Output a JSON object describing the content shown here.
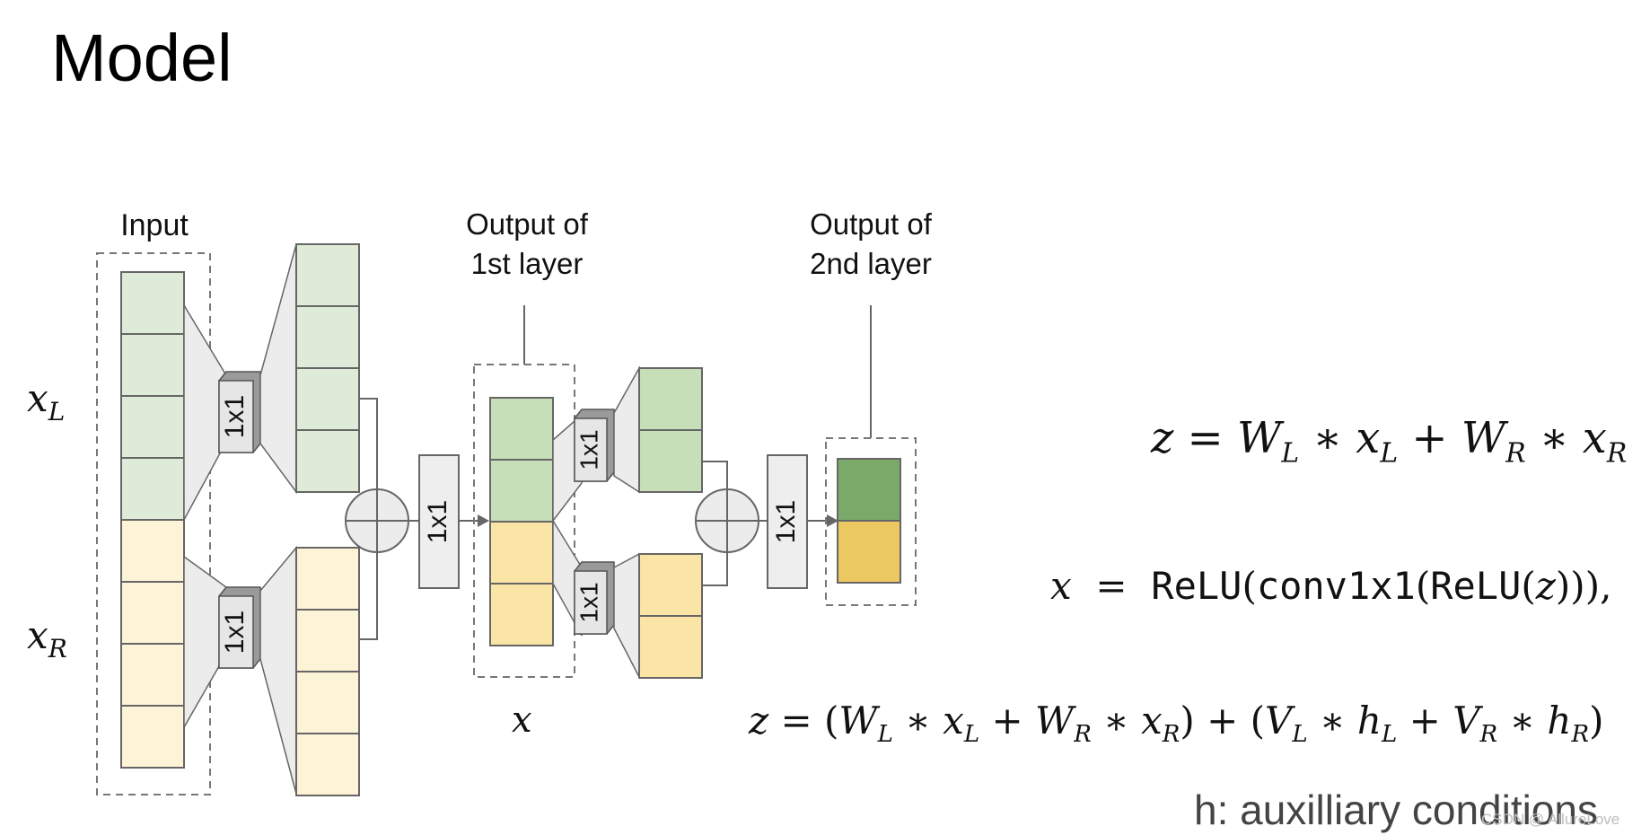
{
  "slide": {
    "title": "Model"
  },
  "diagram": {
    "input_label": "Input",
    "out1_label_line1": "Output of",
    "out1_label_line2": "1st layer",
    "out2_label_line1": "Output of",
    "out2_label_line2": "2nd layer",
    "conv_label": "1x1",
    "x_left_label": {
      "base": "x",
      "sub": "L"
    },
    "x_right_label": {
      "base": "x",
      "sub": "R"
    },
    "x_label": "x"
  },
  "equations": {
    "eq1": {
      "z": "z",
      "W": "W",
      "L": "L",
      "R": "R",
      "x": "x"
    },
    "eq2": {
      "x": "x",
      "relu": "ReLU",
      "conv": "conv1x1",
      "z": "z"
    },
    "eq3": {
      "V": "V",
      "h": "h"
    }
  },
  "note": "h: auxilliary conditions",
  "watermark": "CSDN @ AllureLove",
  "colors": {
    "green_light": "#deebd9",
    "green_mid": "#c6dfb8",
    "green_dark": "#7aa96a",
    "yellow_light": "#fdf3d6",
    "yellow_mid": "#fae4a6",
    "yellow_dark": "#ecc862",
    "gray_box": "#eeeeee",
    "line": "#666666"
  }
}
